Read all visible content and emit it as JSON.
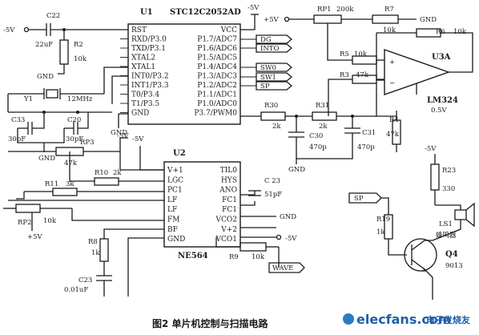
{
  "u1": {
    "ref": "U1",
    "part": "STC12C2052AD",
    "left_pins": [
      "RST",
      "RXD/P3.0",
      "TXD/P3.1",
      "XTAL2",
      "XTAL1",
      "INT0/P3.2",
      "INT1/P3.3",
      "T0/P3.4",
      "T1/P3.5",
      "GND"
    ],
    "right_pins": [
      "VCC",
      "P1.7/ADC7",
      "P1.6/ADC6",
      "P1.5/ADC5",
      "P1.4/ADC4",
      "P1.3/ADC3",
      "P1.2/ADC2",
      "P1.1/ADC1",
      "P1.0/ADC0",
      "P3.7/PWM0"
    ]
  },
  "u2": {
    "ref": "U2",
    "part": "NE564",
    "left_pins": [
      "V+1",
      "LGC",
      "PC1",
      "LF",
      "LF",
      "FM",
      "BF",
      "GND"
    ],
    "right_pins": [
      "TIL0",
      "HYS",
      "ANO",
      "FC1",
      "FC1",
      "VCO2",
      "V+2",
      "VCO1"
    ]
  },
  "u3": {
    "ref": "U3A",
    "part": "LM324",
    "plus": "+",
    "minus": "−"
  },
  "q4": {
    "ref": "Q4",
    "part": "9013"
  },
  "ls1": {
    "ref": "LS1",
    "name": "蜂鸣器"
  },
  "components": {
    "c22": "C22",
    "c22_val": "22uF",
    "r2": "R2",
    "r2_val": "10k",
    "y1": "Y1",
    "y1_val": "12MHz",
    "c33": "C33",
    "c33_val": "30pF",
    "c20": "C20",
    "c20_val": "30pF",
    "rp3": "RP3",
    "rp3_val": "47k",
    "r10": "R10",
    "r10_val": "2k",
    "r11": "R11",
    "r11_val": "3k",
    "rp2": "RP2",
    "rp2_val": "10k",
    "r8": "R8",
    "r8_val": "1k",
    "c23": "C23",
    "c23_val": "0.01uF",
    "c23b": "C 23",
    "c23b_val": "51pF",
    "r9": "R9",
    "r9_val": "10k",
    "rp1": "RP1",
    "rp1_val": "200k",
    "r7": "R7",
    "r7_val": "10k",
    "r6": "R6",
    "r6_val": "10k",
    "r5": "R5",
    "r5_val": "10k",
    "r3": "R3",
    "r3_val": "47k",
    "r30": "R30",
    "r30_val": "2k",
    "r31": "R31",
    "r31_val": "2k",
    "c30": "C30",
    "c30_val": "470p",
    "c31": "C31",
    "c31_val": "470p",
    "r4": "R4",
    "r4_val": "47k",
    "r23": "R23",
    "r23_val": "330",
    "r19": "R19",
    "r19_val": "1k"
  },
  "nets": {
    "vpos": "+5V",
    "vneg": "-5V",
    "vneg_b": "-5V",
    "gnd": "GND",
    "vneg5": "-5V",
    "vop": "0.5V"
  },
  "tags": {
    "dg": "DG",
    "into": "INTO",
    "sw0": "SW0",
    "sw1": "SW1",
    "sp": "SP",
    "sp2": "SP",
    "wave": "WAVE"
  },
  "caption": "图2  单片机控制与扫描电路",
  "watermark": {
    "site": "elecfans.com",
    "cn": "电子发烧友"
  }
}
